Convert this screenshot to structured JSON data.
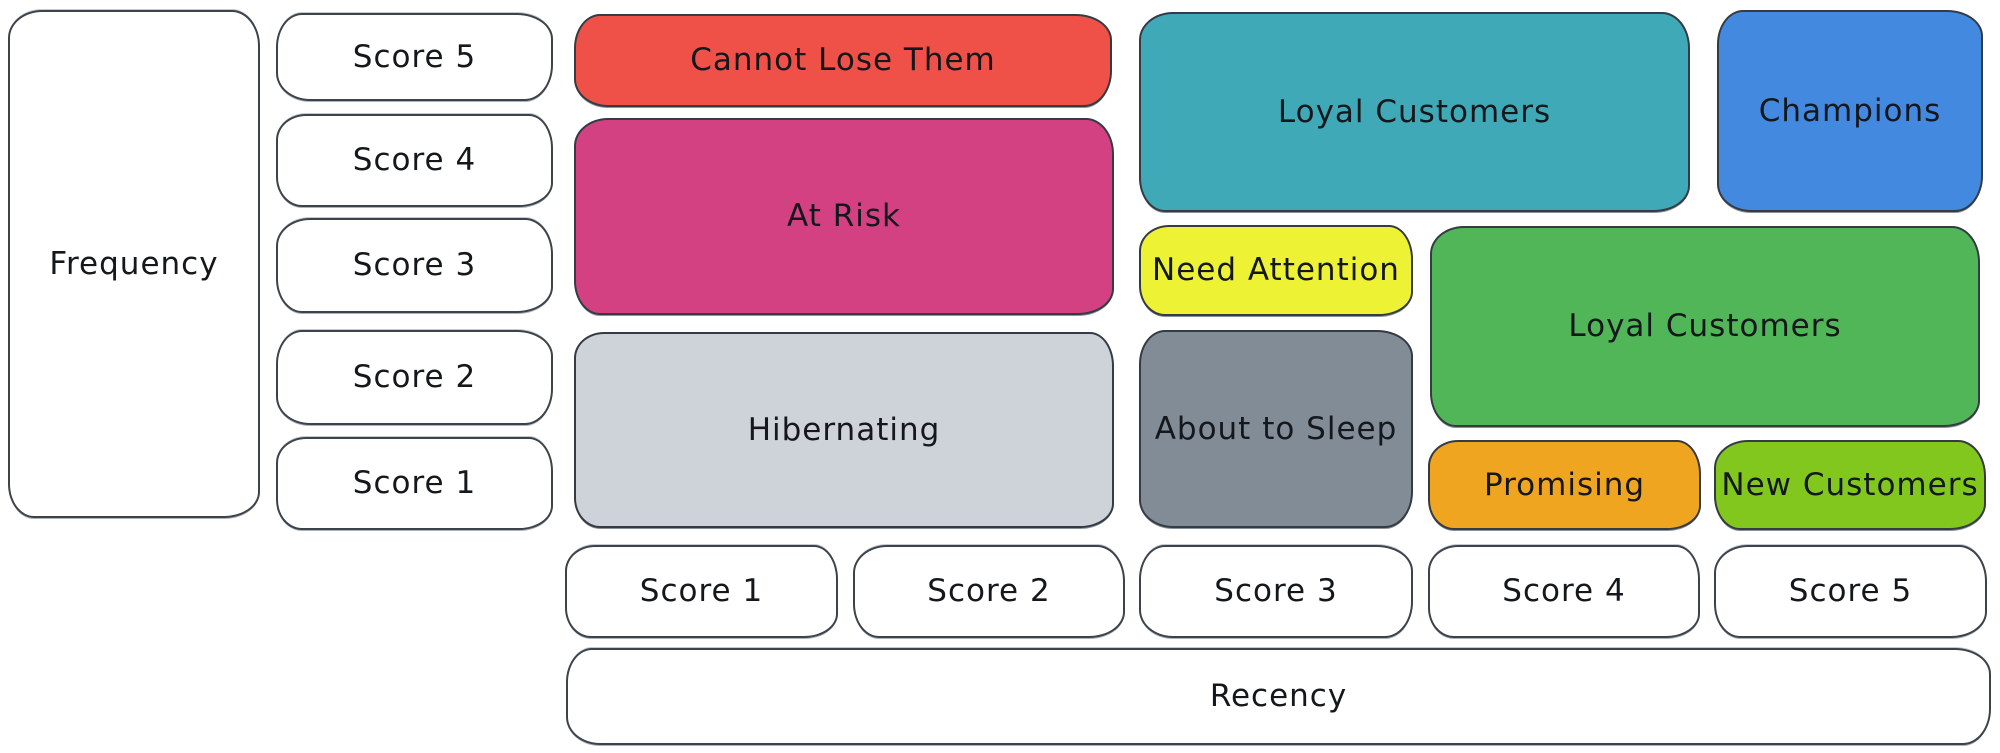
{
  "diagram": {
    "type": "rfm-segment-grid",
    "y_axis": {
      "label": "Frequency",
      "scores": [
        "Score 5",
        "Score 4",
        "Score 3",
        "Score 2",
        "Score 1"
      ]
    },
    "x_axis": {
      "label": "Recency",
      "scores": [
        "Score 1",
        "Score 2",
        "Score 3",
        "Score 4",
        "Score 5"
      ]
    },
    "segments": [
      {
        "label": "Cannot Lose Them",
        "color": "#ef5149",
        "recency_scores": "1-2",
        "frequency_scores": "5"
      },
      {
        "label": "At Risk",
        "color": "#d44182",
        "recency_scores": "1-2",
        "frequency_scores": "3-4"
      },
      {
        "label": "Hibernating",
        "color": "#ced3da",
        "recency_scores": "1-2",
        "frequency_scores": "1-2"
      },
      {
        "label": "Loyal Customers",
        "color": "#3fa9b8",
        "recency_scores": "3-4",
        "frequency_scores": "4-5"
      },
      {
        "label": "Champions",
        "color": "#4489e0",
        "recency_scores": "5",
        "frequency_scores": "4-5"
      },
      {
        "label": "Need Attention",
        "color": "#eef235",
        "recency_scores": "3",
        "frequency_scores": "3"
      },
      {
        "label": "Loyal Customers",
        "color": "#50b657",
        "recency_scores": "4-5",
        "frequency_scores": "2-3"
      },
      {
        "label": "About to Sleep",
        "color": "#828c96",
        "recency_scores": "3",
        "frequency_scores": "1-2"
      },
      {
        "label": "Promising",
        "color": "#f0a521",
        "recency_scores": "4",
        "frequency_scores": "1"
      },
      {
        "label": "New Customers",
        "color": "#82c71e",
        "recency_scores": "5",
        "frequency_scores": "1"
      }
    ]
  }
}
